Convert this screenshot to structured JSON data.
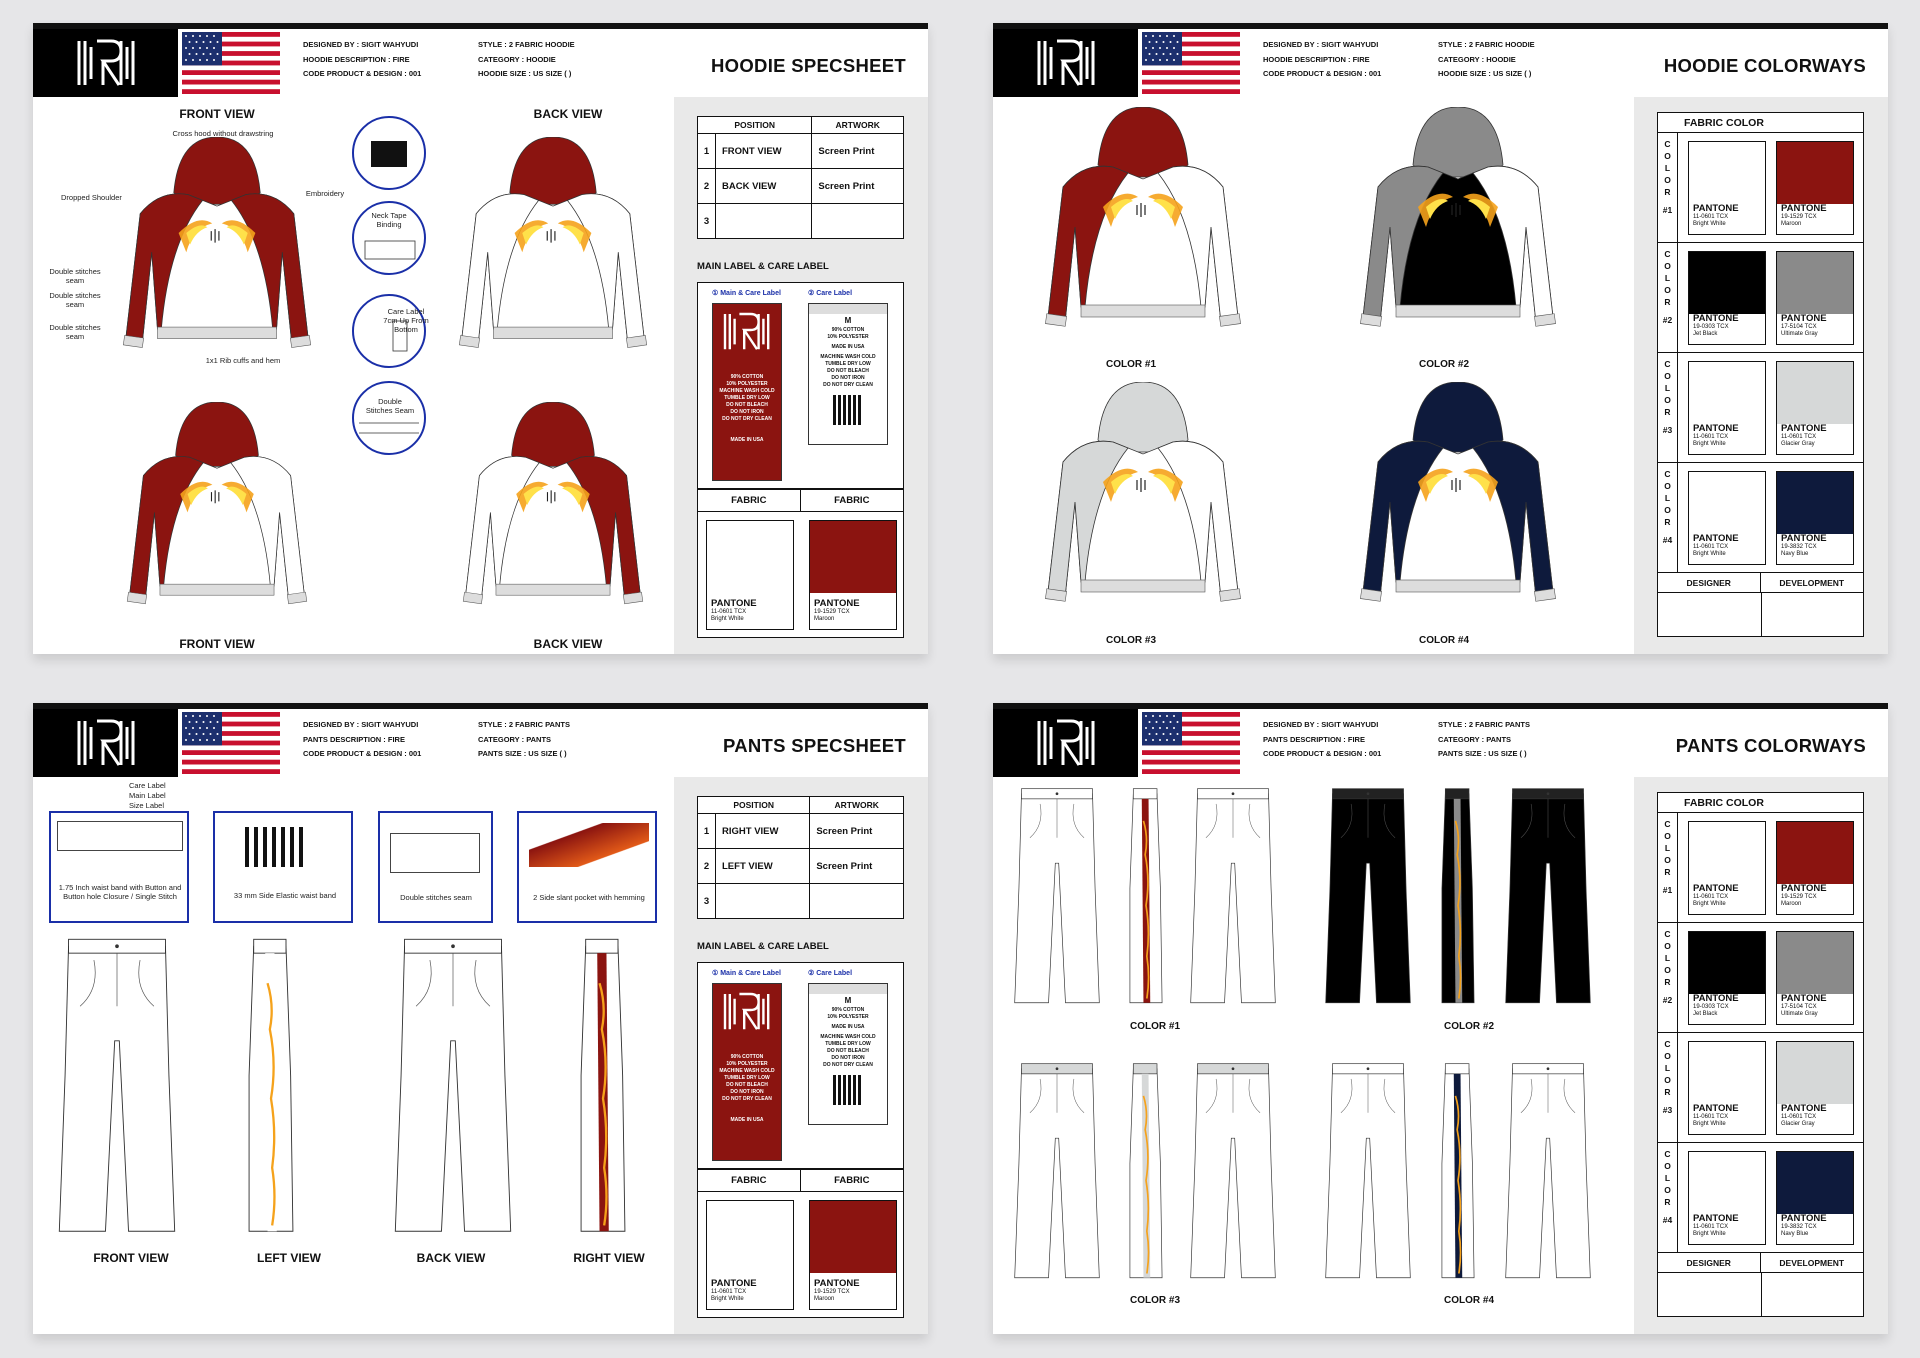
{
  "header_common": {
    "designer": "DESIGNED BY : SIGIT WAHYUDI",
    "code": "CODE PRODUCT & DESIGN : 001"
  },
  "hoodie": {
    "description": "HOODIE DESCRIPTION : FIRE",
    "style": "STYLE : 2 FABRIC HOODIE",
    "category": "CATEGORY : HOODIE",
    "size": "HOODIE SIZE : US SIZE (   )"
  },
  "pants": {
    "description": "PANTS DESCRIPTION : FIRE",
    "style": "STYLE : 2 FABRIC PANTS",
    "category": "CATEGORY : PANTS",
    "size": "PANTS SIZE : US SIZE (   )"
  },
  "titles": {
    "hoodie_spec": "HOODIE SPECSHEET",
    "hoodie_color": "HOODIE COLORWAYS",
    "pants_spec": "PANTS SPECSHEET",
    "pants_color": "PANTS COLORWAYS"
  },
  "views": {
    "front": "FRONT VIEW",
    "back": "BACK VIEW",
    "left": "LEFT VIEW",
    "right": "RIGHT VIEW"
  },
  "hoodie_notes": {
    "hood": "Cross hood without drawstring",
    "shoulder": "Dropped Shoulder",
    "embroidery": "Embroidery",
    "double1": "Double stitches seam",
    "double2": "Double stitches seam",
    "double3": "Double stitches seam",
    "rib": "1x1 Rib cuffs and hem",
    "neck": "Neck Tape Binding",
    "care": "Care Label 7cm Up From Bottom",
    "double_zoom": "Double Stitches Seam"
  },
  "pants_notes": {
    "care": "Care Label",
    "main": "Main Label",
    "size": "Size Label",
    "waist": "1.75 Inch waist band with Button and Button hole Closure / Single Stitch",
    "elastic": "33 mm Side Elastic waist band",
    "double": "Double stitches seam",
    "pocket": "2 Side slant pocket with hemming"
  },
  "table": {
    "position": "POSITION",
    "artwork": "ARTWORK",
    "hoodie_rows": [
      {
        "n": "1",
        "pos": "FRONT VIEW",
        "art": "Screen Print"
      },
      {
        "n": "2",
        "pos": "BACK VIEW",
        "art": "Screen Print"
      },
      {
        "n": "3",
        "pos": "",
        "art": ""
      }
    ],
    "pants_rows": [
      {
        "n": "1",
        "pos": "RIGHT VIEW",
        "art": "Screen Print"
      },
      {
        "n": "2",
        "pos": "LEFT VIEW",
        "art": "Screen Print"
      },
      {
        "n": "3",
        "pos": "",
        "art": ""
      }
    ],
    "main_label": "MAIN LABEL & CARE LABEL",
    "fabric": "FABRIC"
  },
  "care_label": {
    "tag1": "① Main & Care Label",
    "tag2": "② Care Label",
    "size": "M",
    "lines": [
      "90% COTTON",
      "10% POLYESTER",
      "MADE IN USA",
      "MACHINE WASH COLD",
      "TUMBLE DRY LOW",
      "DO NOT BLEACH",
      "DO NOT IRON",
      "DO NOT DRY CLEAN"
    ],
    "red_lines": [
      "90% COTTON",
      "10% POLYESTER",
      "MACHINE WASH COLD",
      "TUMBLE DRY LOW",
      "DO NOT BLEACH",
      "DO NOT IRON",
      "DO NOT DRY CLEAN",
      "MADE IN USA"
    ]
  },
  "fabrics": [
    {
      "word": "PANTONE",
      "code": "11-0601 TCX",
      "name": "Bright White",
      "hex": "#ffffff"
    },
    {
      "word": "PANTONE",
      "code": "19-1529 TCX",
      "name": "Maroon",
      "hex": "#8b1410"
    }
  ],
  "colorways": {
    "header": "FABRIC COLOR",
    "letters": "COLOR",
    "rows": [
      {
        "num": "1",
        "a": {
          "code": "11-0601 TCX",
          "name": "Bright White",
          "hex": "#ffffff"
        },
        "b": {
          "code": "19-1529 TCX",
          "name": "Maroon",
          "hex": "#8b1410"
        }
      },
      {
        "num": "2",
        "a": {
          "code": "19-0303 TCX",
          "name": "Jet Black",
          "hex": "#000000"
        },
        "b": {
          "code": "17-5104 TCX",
          "name": "Ultimate Gray",
          "hex": "#8a8a8a"
        }
      },
      {
        "num": "3",
        "a": {
          "code": "11-0601 TCX",
          "name": "Bright White",
          "hex": "#ffffff"
        },
        "b": {
          "code": "11-0601 TCX",
          "name": "Glacier Gray",
          "hex": "#d6d8d8"
        }
      },
      {
        "num": "4",
        "a": {
          "code": "11-0601 TCX",
          "name": "Bright White",
          "hex": "#ffffff"
        },
        "b": {
          "code": "19-3832 TCX",
          "name": "Navy Blue",
          "hex": "#0e1a3c"
        }
      }
    ],
    "pantone": "PANTONE",
    "designer": "DESIGNER",
    "development": "DEVELOPMENT",
    "captions": [
      "COLOR #1",
      "COLOR #2",
      "COLOR #3",
      "COLOR #4"
    ]
  }
}
